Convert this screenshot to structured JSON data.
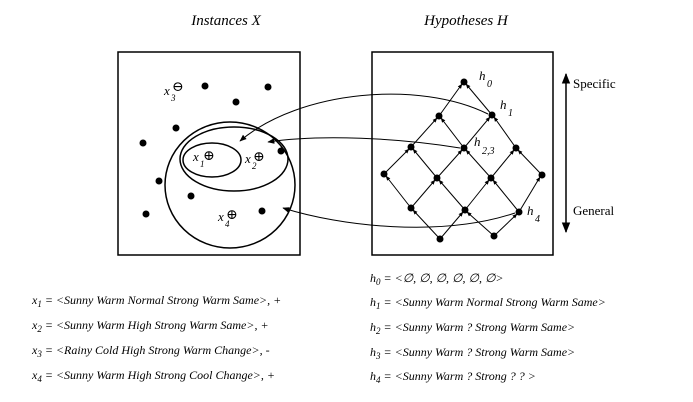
{
  "titles": {
    "instances": "Instances X",
    "hypotheses": "Hypotheses H"
  },
  "axis": {
    "specific": "Specific",
    "general": "General"
  },
  "instance_points": [
    {
      "base": "x",
      "sub": "1",
      "mark": "⊕"
    },
    {
      "base": "x",
      "sub": "2",
      "mark": "⊕"
    },
    {
      "base": "x",
      "sub": "3",
      "mark": "⊖"
    },
    {
      "base": "x",
      "sub": "4",
      "mark": "⊕"
    }
  ],
  "hypothesis_labels": [
    {
      "base": "h",
      "sub": "0"
    },
    {
      "base": "h",
      "sub": "1"
    },
    {
      "base": "h",
      "sub": "2,3"
    },
    {
      "base": "h",
      "sub": "4"
    }
  ],
  "instance_definitions": [
    {
      "base": "x",
      "sub": "1",
      "text": "= <Sunny Warm Normal Strong Warm Same>, +"
    },
    {
      "base": "x",
      "sub": "2",
      "text": "= <Sunny Warm High  Strong Warm Same>, +"
    },
    {
      "base": "x",
      "sub": "3",
      "text": "= <Rainy Cold High Strong Warm Change>, -"
    },
    {
      "base": "x",
      "sub": "4",
      "text": "= <Sunny Warm High Strong Cool Change>, +"
    }
  ],
  "hypothesis_definitions": [
    {
      "base": "h",
      "sub": "0",
      "text": "= <∅, ∅, ∅,  ∅, ∅, ∅>"
    },
    {
      "base": "h",
      "sub": "1",
      "text": "= <Sunny Warm Normal Strong Warm Same>"
    },
    {
      "base": "h",
      "sub": "2",
      "text": "= <Sunny Warm  ?  Strong Warm Same>"
    },
    {
      "base": "h",
      "sub": "3",
      "text": "= <Sunny Warm ? Strong Warm Same>"
    },
    {
      "base": "h",
      "sub": "4",
      "text": "= <Sunny Warm  ?  Strong  ?  ? >"
    }
  ]
}
